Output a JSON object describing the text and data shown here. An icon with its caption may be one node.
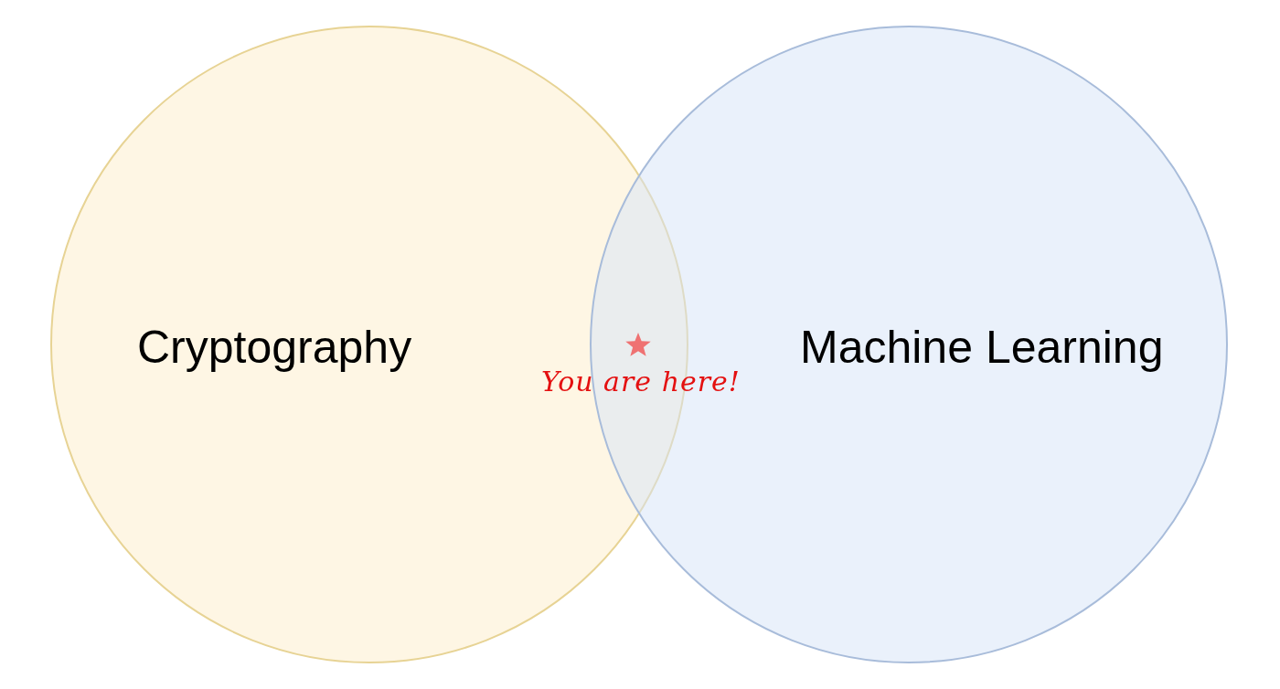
{
  "diagram": {
    "nodes": [
      {
        "text": [
          "Cryptography"
        ]
      },
      {
        "text": [
          "Machine Learning"
        ]
      }
    ],
    "labels": [
      "You are here!"
    ]
  }
}
